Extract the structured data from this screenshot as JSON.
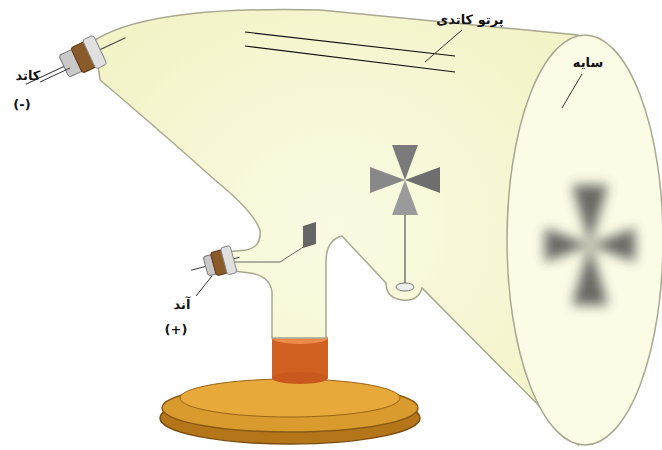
{
  "diagram": {
    "labels": [
      "پرتو کاتدی",
      "سایه",
      "کاتد",
      "(-)",
      "آند",
      "(+)"
    ]
  }
}
